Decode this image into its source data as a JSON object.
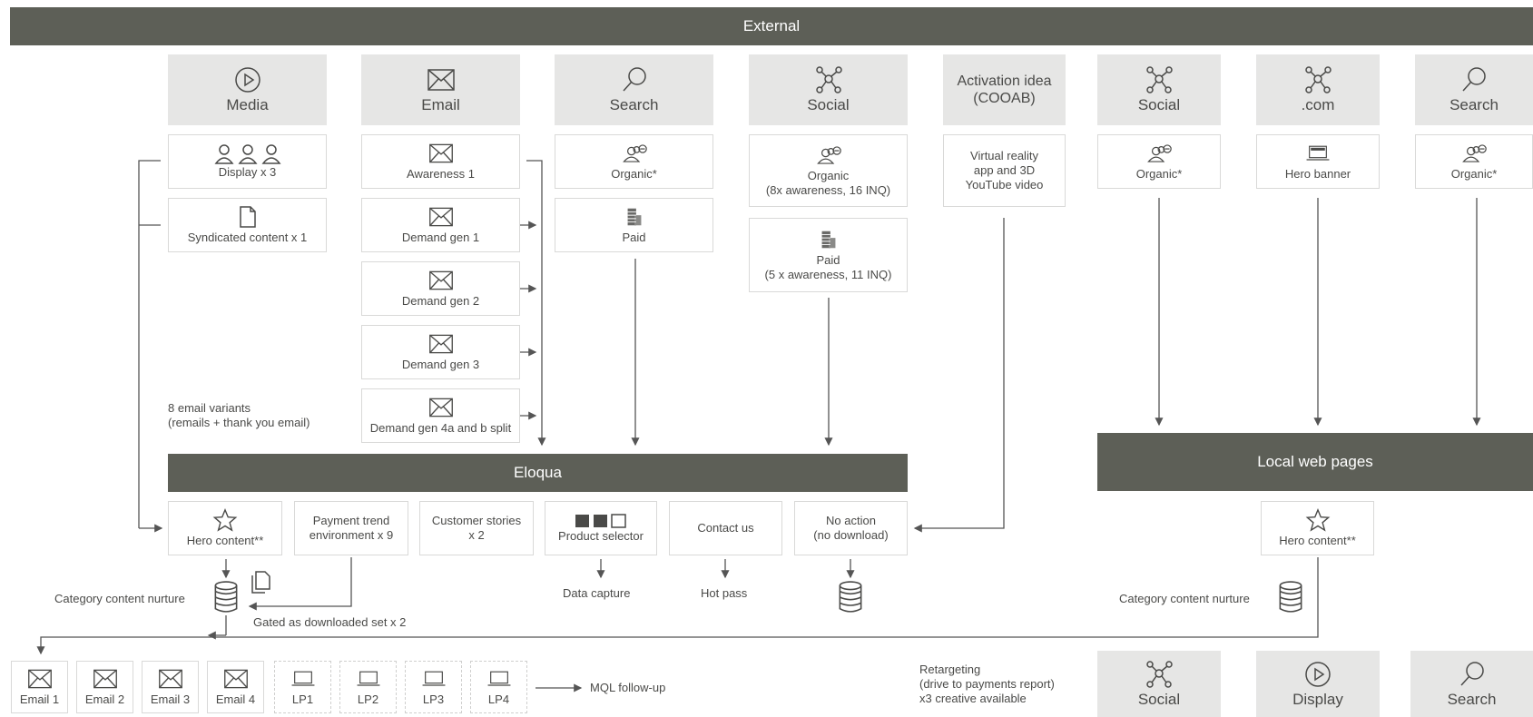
{
  "external": "External",
  "eloqua": "Eloqua",
  "local_web_pages": "Local web pages",
  "headers": {
    "media": "Media",
    "email": "Email",
    "search": "Search",
    "social": "Social",
    "activation": "Activation idea (COOAB)",
    "social2": "Social",
    "dotcom": ".com",
    "search2": "Search"
  },
  "media": {
    "display": "Display x 3",
    "syndicated": "Syndicated content x 1"
  },
  "email_items": [
    "Awareness 1",
    "Demand gen 1",
    "Demand gen 2",
    "Demand gen 3",
    "Demand gen 4a and b split"
  ],
  "email_note": [
    "8 email variants",
    "(remails + thank you email)"
  ],
  "search": {
    "organic": "Organic*",
    "paid": "Paid"
  },
  "social": {
    "organic": [
      "Organic",
      "(8x awareness, 16 INQ)"
    ],
    "paid": [
      "Paid",
      "(5 x awareness, 11 INQ)"
    ]
  },
  "activation_box": [
    "Virtual reality",
    "app and 3D",
    "YouTube video"
  ],
  "right": {
    "social_organic": "Organic*",
    "hero_banner": "Hero banner",
    "search_organic": "Organic*"
  },
  "eloqua_row": {
    "hero": "Hero content**",
    "payment": [
      "Payment trend",
      "environment x 9"
    ],
    "stories": [
      "Customer stories",
      "x 2"
    ],
    "selector": "Product selector",
    "contact": "Contact us",
    "noaction": [
      "No action",
      "(no download)"
    ]
  },
  "below_eloqua": {
    "category_nurture": "Category content nurture",
    "gated": "Gated as downloaded set x 2",
    "data_capture": "Data capture",
    "hot_pass": "Hot pass"
  },
  "local": {
    "hero": "Hero content**",
    "category_nurture": "Category content nurture"
  },
  "bottom": {
    "emails": [
      "Email 1",
      "Email 2",
      "Email 3",
      "Email 4"
    ],
    "lps": [
      "LP1",
      "LP2",
      "LP3",
      "LP4"
    ],
    "mql": "MQL follow-up",
    "retargeting": [
      "Retargeting",
      "(drive to payments report)",
      "x3 creative available"
    ],
    "social": "Social",
    "display": "Display",
    "search": "Search"
  }
}
